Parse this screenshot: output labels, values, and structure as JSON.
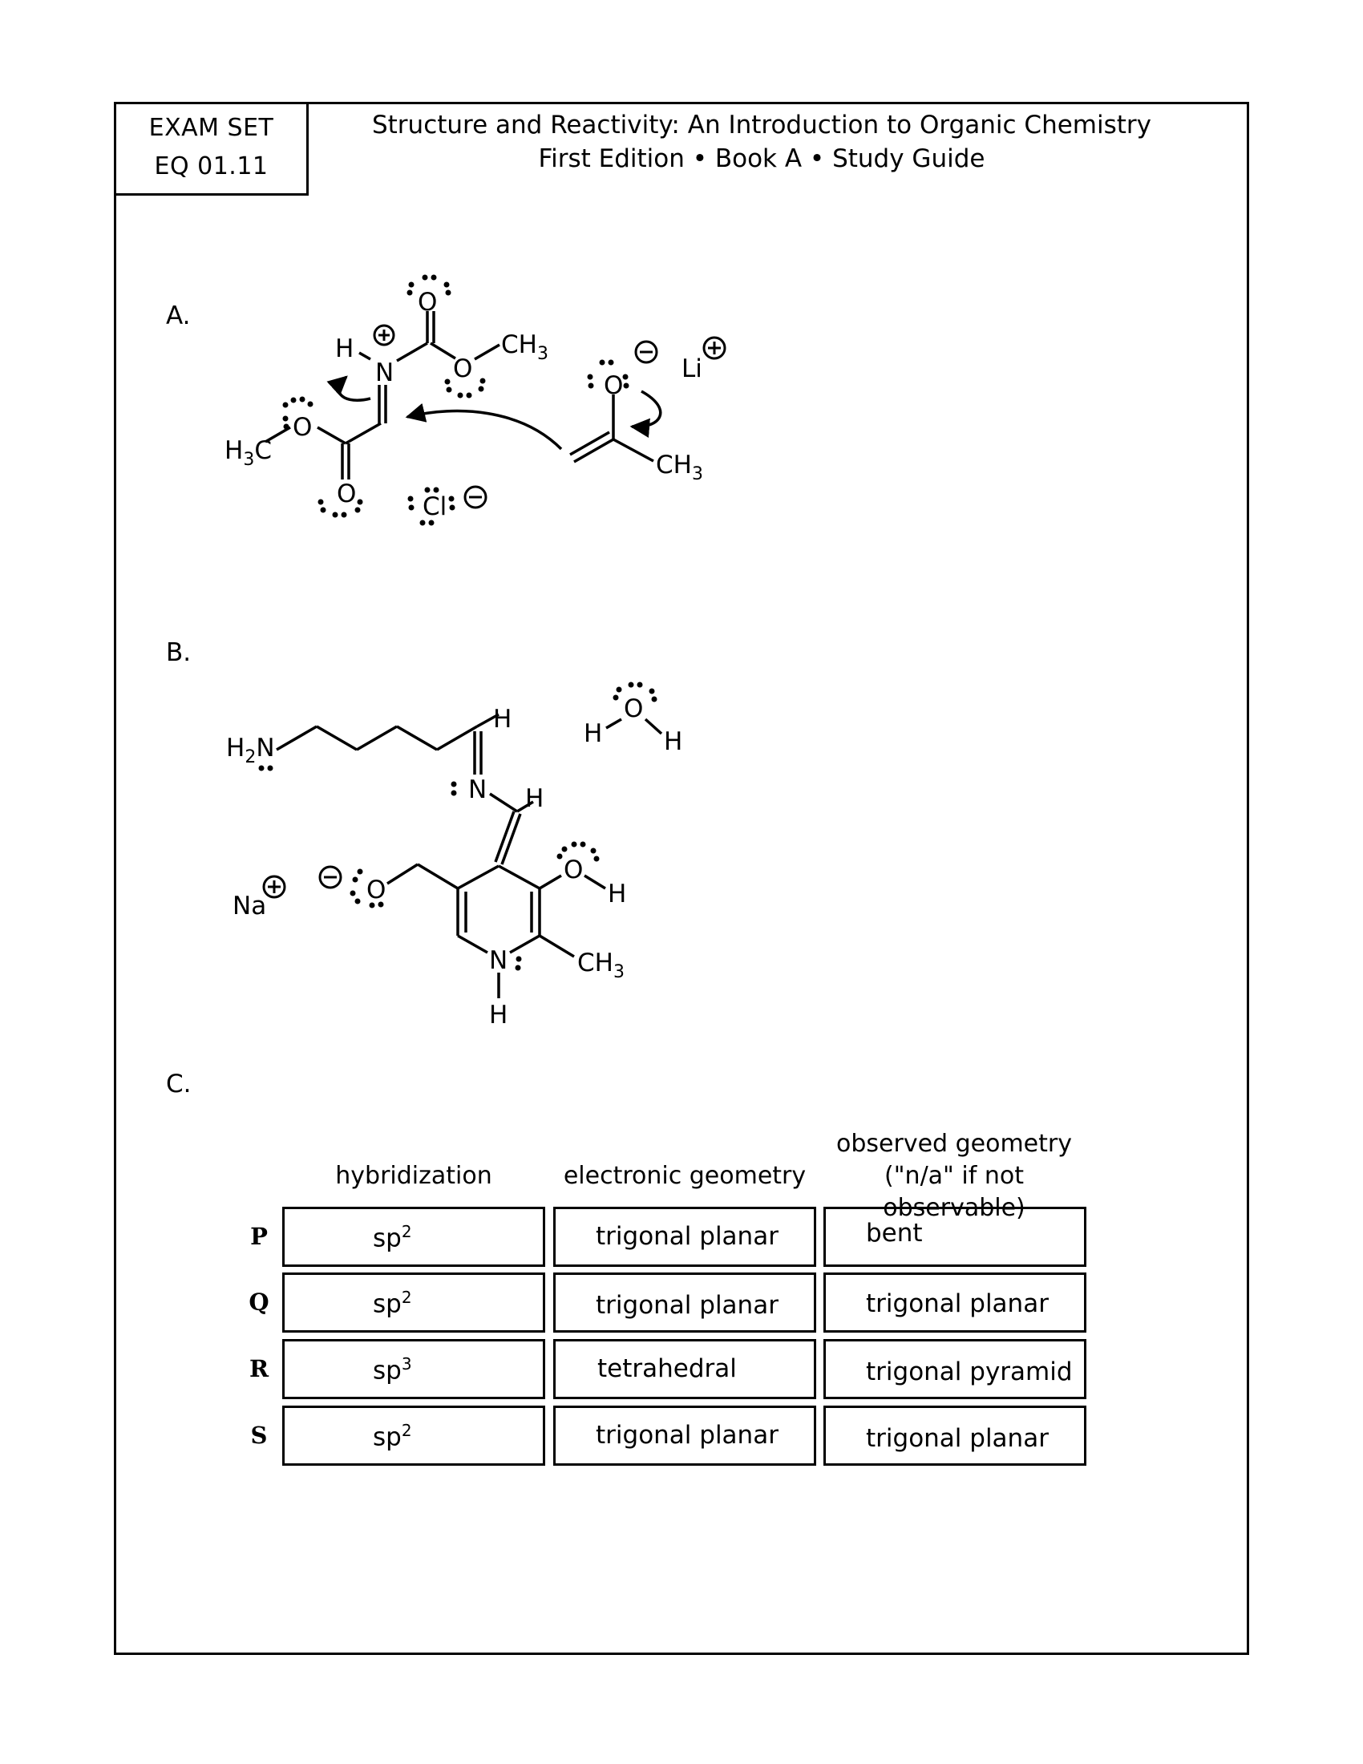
{
  "exam": {
    "line1": "EXAM SET",
    "line2": "EQ 01.11"
  },
  "header": {
    "title": "Structure and Reactivity: An Introduction to Organic Chemistry",
    "subtitle": "First Edition • Book A • Study Guide"
  },
  "sections": {
    "a": "A.",
    "b": "B.",
    "c": "C."
  },
  "structA": {
    "o": "O",
    "n": "N",
    "h": "H",
    "ch3": "CH",
    "sub3": "3",
    "h3c_h": "H",
    "h3c_c": "C",
    "li": "Li",
    "cl": "Cl",
    "plus": "+",
    "minus": "−"
  },
  "structB": {
    "h": "H",
    "n": "N",
    "o": "O",
    "ch3": "CH",
    "sub3": "3",
    "sub2": "2",
    "na": "Na",
    "plus": "+",
    "minus": "−"
  },
  "table": {
    "headers": {
      "hyb": "hybridization",
      "elec": "electronic geometry",
      "obs1": "observed geometry",
      "obs2": "(\"n/a\" if not observable)"
    },
    "rows": [
      {
        "label": "P",
        "hyb_base": "sp",
        "hyb_exp": "2",
        "elec": "trigonal planar",
        "obs": "bent"
      },
      {
        "label": "Q",
        "hyb_base": "sp",
        "hyb_exp": "2",
        "elec": "trigonal planar",
        "obs": "trigonal planar"
      },
      {
        "label": "R",
        "hyb_base": "sp",
        "hyb_exp": "3",
        "elec": "tetrahedral",
        "obs": "trigonal pyramid"
      },
      {
        "label": "S",
        "hyb_base": "sp",
        "hyb_exp": "2",
        "elec": "trigonal planar",
        "obs": "trigonal planar"
      }
    ]
  }
}
